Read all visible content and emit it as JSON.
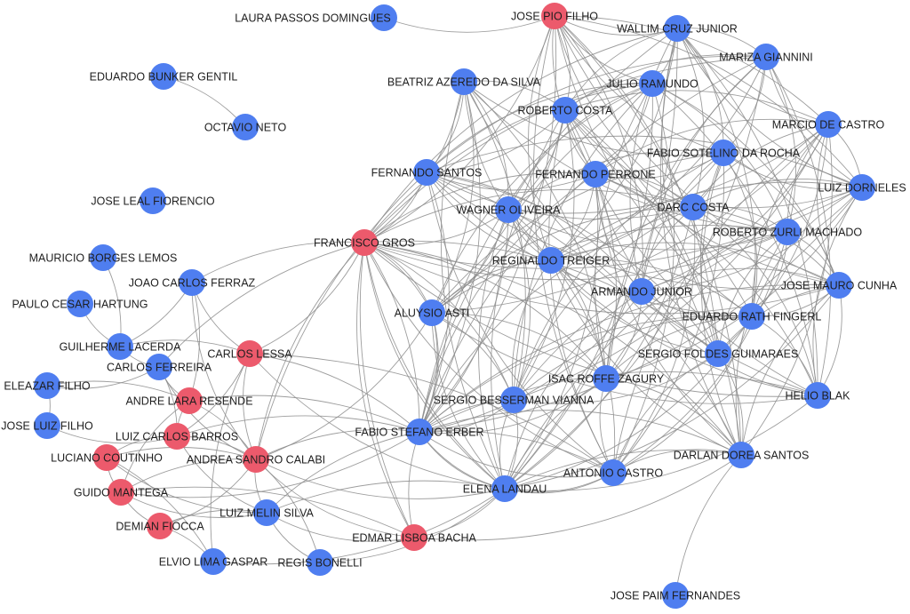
{
  "colors": {
    "blue": "#4f7ef0",
    "red": "#ec5a6c",
    "edge": "#8c8c8c"
  },
  "nodes": [
    {
      "name": "LAURA PASSOS DOMINGUES",
      "group": "blue"
    },
    {
      "name": "JOSE PIO FILHO",
      "group": "red"
    },
    {
      "name": "WALLIM CRUZ JUNIOR",
      "group": "blue"
    },
    {
      "name": "EDUARDO BUNKER GENTIL",
      "group": "blue"
    },
    {
      "name": "MARIZA GIANNINI",
      "group": "blue"
    },
    {
      "name": "BEATRIZ AZEREDO DA SILVA",
      "group": "blue"
    },
    {
      "name": "JULIO RAMUNDO",
      "group": "blue"
    },
    {
      "name": "ROBERTO COSTA",
      "group": "blue"
    },
    {
      "name": "OCTAVIO NETO",
      "group": "blue"
    },
    {
      "name": "MARCIO DE CASTRO",
      "group": "blue"
    },
    {
      "name": "FABIO SOTELINO DA ROCHA",
      "group": "blue"
    },
    {
      "name": "FERNANDO SANTOS",
      "group": "blue"
    },
    {
      "name": "FERNANDO PERRONE",
      "group": "blue"
    },
    {
      "name": "LUIZ DORNELES",
      "group": "blue"
    },
    {
      "name": "JOSE LEAL FIORENCIO",
      "group": "blue"
    },
    {
      "name": "WAGNER OLIVEIRA",
      "group": "blue"
    },
    {
      "name": "DARC COSTA",
      "group": "blue"
    },
    {
      "name": "FRANCISCO GROS",
      "group": "red"
    },
    {
      "name": "ROBERTO ZURLI MACHADO",
      "group": "blue"
    },
    {
      "name": "MAURICIO BORGES LEMOS",
      "group": "blue"
    },
    {
      "name": "REGINALDO TREIGER",
      "group": "blue"
    },
    {
      "name": "JOAO CARLOS FERRAZ",
      "group": "blue"
    },
    {
      "name": "JOSE MAURO CUNHA",
      "group": "blue"
    },
    {
      "name": "ARMANDO JUNIOR",
      "group": "blue"
    },
    {
      "name": "PAULO CESAR HARTUNG",
      "group": "blue"
    },
    {
      "name": "ALUYSIO ASTI",
      "group": "blue"
    },
    {
      "name": "EDUARDO RATH FINGERL",
      "group": "blue"
    },
    {
      "name": "GUILHERME LACERDA",
      "group": "blue"
    },
    {
      "name": "CARLOS LESSA",
      "group": "red"
    },
    {
      "name": "SERGIO FOLDES GUIMARAES",
      "group": "blue"
    },
    {
      "name": "CARLOS FERREIRA",
      "group": "blue"
    },
    {
      "name": "ISAC ROFFE ZAGURY",
      "group": "blue"
    },
    {
      "name": "ELEAZAR FILHO",
      "group": "blue"
    },
    {
      "name": "ANDRE LARA RESENDE",
      "group": "red"
    },
    {
      "name": "HELIO BLAK",
      "group": "blue"
    },
    {
      "name": "SERGIO BESSERMAN VIANNA",
      "group": "blue"
    },
    {
      "name": "JOSE LUIZ FILHO",
      "group": "blue"
    },
    {
      "name": "FABIO STEFANO ERBER",
      "group": "blue"
    },
    {
      "name": "LUIZ CARLOS BARROS",
      "group": "red"
    },
    {
      "name": "DARLAN DOREA SANTOS",
      "group": "blue"
    },
    {
      "name": "LUCIANO COUTINHO",
      "group": "red"
    },
    {
      "name": "ANDREA SANDRO CALABI",
      "group": "red"
    },
    {
      "name": "ANTONIO CASTRO",
      "group": "blue"
    },
    {
      "name": "GUIDO MANTEGA",
      "group": "red"
    },
    {
      "name": "ELENA LANDAU",
      "group": "blue"
    },
    {
      "name": "LUIZ MELIN SILVA",
      "group": "blue"
    },
    {
      "name": "DEMIAN FIOCCA",
      "group": "red"
    },
    {
      "name": "EDMAR LISBOA BACHA",
      "group": "red"
    },
    {
      "name": "ELVIO LIMA GASPAR",
      "group": "blue"
    },
    {
      "name": "REGIS BONELLI",
      "group": "blue"
    },
    {
      "name": "JOSE PAIM FERNANDES",
      "group": "blue"
    }
  ],
  "core_group": [
    1,
    2,
    4,
    5,
    6,
    7,
    9,
    10,
    11,
    12,
    13,
    15,
    16,
    17,
    18,
    20,
    22,
    23,
    25,
    26,
    29,
    31,
    34,
    35,
    37,
    39,
    42,
    44
  ],
  "edges": [
    [
      3,
      8
    ],
    [
      0,
      1
    ],
    [
      19,
      27
    ],
    [
      24,
      27
    ],
    [
      32,
      36
    ],
    [
      32,
      30
    ],
    [
      32,
      33
    ],
    [
      36,
      38
    ],
    [
      21,
      27
    ],
    [
      21,
      28
    ],
    [
      21,
      17
    ],
    [
      21,
      41
    ],
    [
      21,
      33
    ],
    [
      27,
      30
    ],
    [
      27,
      28
    ],
    [
      30,
      33
    ],
    [
      30,
      38
    ],
    [
      30,
      41
    ],
    [
      30,
      17
    ],
    [
      28,
      41
    ],
    [
      28,
      38
    ],
    [
      28,
      17
    ],
    [
      28,
      37
    ],
    [
      28,
      44
    ],
    [
      28,
      42
    ],
    [
      33,
      38
    ],
    [
      33,
      41
    ],
    [
      33,
      43
    ],
    [
      33,
      37
    ],
    [
      38,
      40
    ],
    [
      38,
      41
    ],
    [
      38,
      45
    ],
    [
      38,
      37
    ],
    [
      40,
      43
    ],
    [
      40,
      41
    ],
    [
      40,
      45
    ],
    [
      40,
      48
    ],
    [
      43,
      46
    ],
    [
      43,
      41
    ],
    [
      43,
      45
    ],
    [
      43,
      47
    ],
    [
      43,
      37
    ],
    [
      46,
      48
    ],
    [
      46,
      41
    ],
    [
      46,
      45
    ],
    [
      41,
      45
    ],
    [
      41,
      49
    ],
    [
      41,
      47
    ],
    [
      41,
      37
    ],
    [
      41,
      44
    ],
    [
      41,
      17
    ],
    [
      41,
      25
    ],
    [
      41,
      11
    ],
    [
      45,
      49
    ],
    [
      45,
      44
    ],
    [
      45,
      47
    ],
    [
      45,
      37
    ],
    [
      48,
      44
    ],
    [
      48,
      28
    ],
    [
      49,
      44
    ],
    [
      47,
      37
    ],
    [
      47,
      44
    ],
    [
      47,
      17
    ],
    [
      47,
      39
    ],
    [
      17,
      37
    ],
    [
      17,
      44
    ],
    [
      17,
      25
    ],
    [
      17,
      47
    ],
    [
      50,
      39
    ],
    [
      37,
      44
    ],
    [
      37,
      42
    ],
    [
      37,
      25
    ],
    [
      37,
      35
    ],
    [
      44,
      42
    ],
    [
      44,
      39
    ],
    [
      44,
      35
    ],
    [
      44,
      31
    ]
  ]
}
